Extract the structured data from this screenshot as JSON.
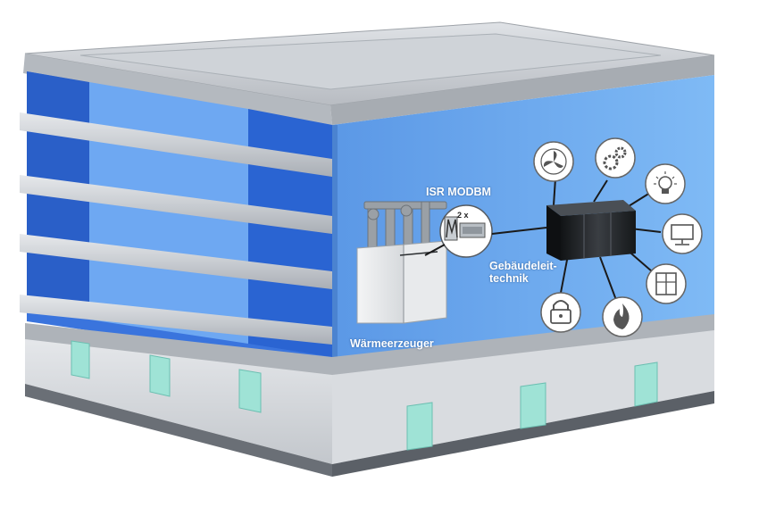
{
  "labels": {
    "modbus_module": "ISR MODBM",
    "count": "2 x",
    "bms_line1": "Gebäudeleit-",
    "bms_line2": "technik",
    "heat_generator": "Wärmeerzeuger"
  },
  "devices": [
    {
      "icon": "fan-icon"
    },
    {
      "icon": "gears-icon"
    },
    {
      "icon": "light-bulb-icon"
    },
    {
      "icon": "monitor-icon"
    },
    {
      "icon": "window-icon"
    },
    {
      "icon": "fire-icon"
    },
    {
      "icon": "padlock-icon"
    }
  ],
  "colors": {
    "glass_dark": "#2f69d9",
    "glass_light": "#72aef6",
    "panel": "#5f9fe8",
    "frame": "#c8ccd2",
    "server": "#1e2124"
  }
}
